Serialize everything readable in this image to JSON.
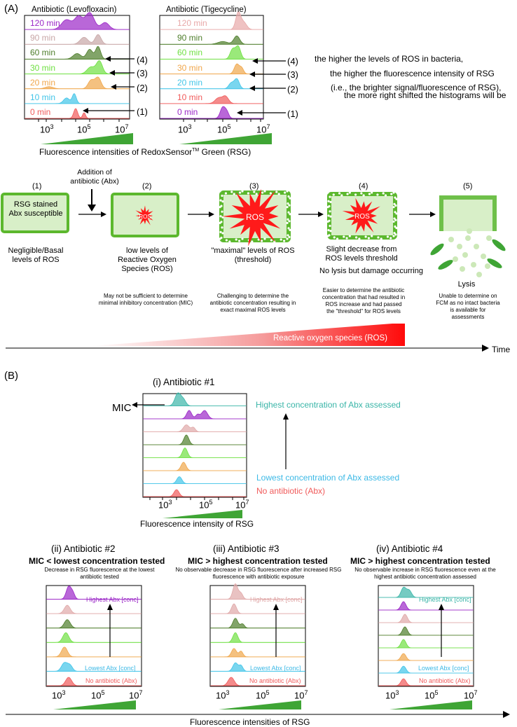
{
  "panel_a": {
    "label": "(A)",
    "left_plot": {
      "title": "Antibiotic (Levofloxacin)",
      "rows": [
        {
          "label": "120 min",
          "color": "#9b27c7"
        },
        {
          "label": "90 min",
          "color": "#c8a6a6"
        },
        {
          "label": "60 min",
          "color": "#4d7d2a"
        },
        {
          "label": "30 min",
          "color": "#6fe042"
        },
        {
          "label": "20 min",
          "color": "#f0a64a"
        },
        {
          "label": "10 min",
          "color": "#40c4e8"
        },
        {
          "label": "0 min",
          "color": "#f05a5a"
        }
      ],
      "ticks": [
        "10",
        "10",
        "10"
      ],
      "tick_exps": [
        "3",
        "5",
        "7"
      ]
    },
    "right_plot": {
      "title": "Antibiotic (Tigecycline)",
      "rows": [
        {
          "label": "120 min",
          "color": "#e8a8a8"
        },
        {
          "label": "90 min",
          "color": "#4d7d2a"
        },
        {
          "label": "60 min",
          "color": "#6fe042"
        },
        {
          "label": "30 min",
          "color": "#f0a64a"
        },
        {
          "label": "20 min",
          "color": "#40c4e8"
        },
        {
          "label": "10 min",
          "color": "#f05a5a"
        },
        {
          "label": "0 min",
          "color": "#9b27c7"
        }
      ]
    },
    "arrow_labels": [
      "(4)",
      "(3)",
      "(2)",
      "(1)"
    ],
    "xaxis_label": "Fluorescence intensities of RedoxSensor",
    "xaxis_tm": "TM",
    "xaxis_suffix": " Green (RSG)",
    "explanation": [
      "the higher the levels of ROS in bacteria,",
      "the higher the fluorescence intensity of RSG",
      "(i.e., the brighter signal/fluorescence of RSG),",
      "the more right shifted the histograms will be"
    ]
  },
  "stages": {
    "addition_label": "Addition of antibiotic (Abx)",
    "items": [
      {
        "num": "(1)",
        "inner": "RSG stained Abx susceptible",
        "desc": "Negligible/Basal levels of ROS",
        "note": ""
      },
      {
        "num": "(2)",
        "inner": "ROS",
        "desc": "low levels of Reactive Oxygen Species (ROS)",
        "note": "May not be sufficient to determine minimal inhibitory concentration (MIC)"
      },
      {
        "num": "(3)",
        "inner": "ROS",
        "desc": "\"maximal\" levels of ROS (threshold)",
        "note": "Challenging to determine the antibiotic concentration resulting in exact maximal ROS levels"
      },
      {
        "num": "(4)",
        "inner": "ROS",
        "desc": "Slight decrease from ROS levels threshold",
        "desc2": "No lysis but damage occurring",
        "note": "Easier to determine the antibiotic concentration that had resulted in ROS increase and had passed the \"threshold\" for ROS levels"
      },
      {
        "num": "(5)",
        "inner": "",
        "desc": "Lysis",
        "note": "Unable to determine on FCM as no intact bacteria is available for assessments"
      }
    ],
    "ros_bar_label": "Reactive oxygen species (ROS)",
    "time_label": "Time"
  },
  "panel_b": {
    "label": "(B)",
    "main": {
      "title": "(i)  Antibiotic #1",
      "mic_label": "MIC",
      "highest": "Highest concentration of Abx assessed",
      "lowest": "Lowest concentration of Abx assessed",
      "none": "No antibiotic (Abx)",
      "xaxis_label": "Fluorescence intensity of RSG"
    },
    "small": [
      {
        "title": "(ii)  Antibiotic #2",
        "subtitle": "MIC < lowest concentration tested",
        "note": "Decrease in RSG fluorescence at the lowest antibiotic tested",
        "highest": "Highest Abx [conc]",
        "lowest": "Lowest Abx [conc]",
        "none": "No antibiotic (Abx)"
      },
      {
        "title": "(iii)  Antibiotic #3",
        "subtitle": "MIC > highest concentration tested",
        "note": "No observable decrease in RSG fluorescence after increased RSG fluorescence with antibiotic exposure",
        "highest": "Highest Abx [conc]",
        "lowest": "Lowest Abx [conc]",
        "none": "No antibiotic (Abx)"
      },
      {
        "title": "(iv)  Antibiotic #4",
        "subtitle": "MIC > highest concentration tested",
        "note": "No observable increase in RSG fluorescence even at the highest antibiotic concentration assessed",
        "highest": "Highest Abx [conc]",
        "lowest": "Lowest Abx [conc]",
        "none": "No antibiotic (Abx)"
      }
    ],
    "bottom_label": "Fluorescence intensities of RSG"
  },
  "colors": {
    "green_cell": "#5cb82e",
    "cell_fill": "#d8efc8",
    "ros_red": "#ff1a1a"
  }
}
